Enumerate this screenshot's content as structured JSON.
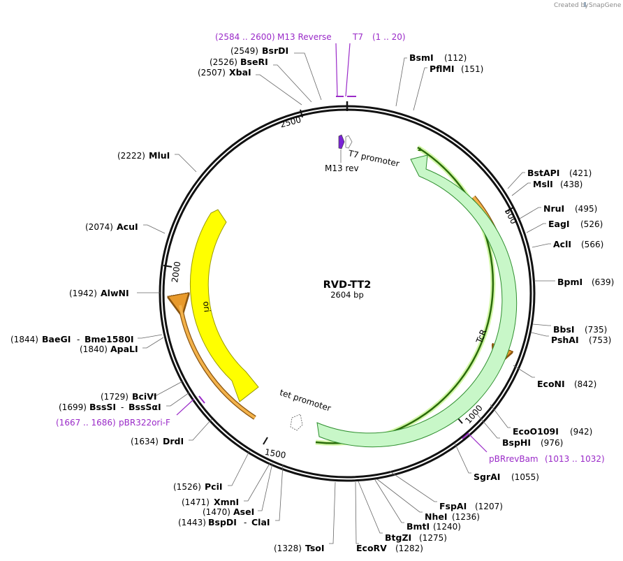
{
  "header": {
    "created_by": "Created by",
    "app_name": "SnapGene"
  },
  "plasmid": {
    "name": "RVD-TT2",
    "size": "2604 bp"
  },
  "ticks": [
    "500",
    "1000",
    "1500",
    "2000",
    "2500"
  ],
  "features": {
    "tcr": "TcR",
    "ori": "ori",
    "t7_promoter": "T7 promoter",
    "m13_rev": "M13 rev",
    "tet_promoter": "tet promoter"
  },
  "primers": {
    "m13_reverse": {
      "range": "(2584 .. 2600)",
      "name": "M13 Reverse"
    },
    "t7": {
      "name": "T7",
      "range": "(1 .. 20)"
    },
    "pbr322ori_f": {
      "range": "(1667 .. 1686)",
      "name": "pBR322ori-F"
    },
    "pbrrevbam": {
      "name": "pBRrevBam",
      "range": "(1013 .. 1032)"
    }
  },
  "sites": {
    "bsrdi": {
      "pos": "(2549)",
      "name": "BsrDI"
    },
    "bseri": {
      "pos": "(2526)",
      "name": "BseRI"
    },
    "xbai": {
      "pos": "(2507)",
      "name": "XbaI"
    },
    "mlui": {
      "pos": "(2222)",
      "name": "MluI"
    },
    "acui": {
      "pos": "(2074)",
      "name": "AcuI"
    },
    "alwni": {
      "pos": "(1942)",
      "name": "AlwNI"
    },
    "baegi": {
      "pos": "(1844)",
      "name": "BaeGI",
      "name2": "Bme1580I"
    },
    "apali": {
      "pos": "(1840)",
      "name": "ApaLI"
    },
    "bcivi": {
      "pos": "(1729)",
      "name": "BciVI"
    },
    "bsssi": {
      "pos": "(1699)",
      "name": "BssSI",
      "name2": "BssSαI"
    },
    "drdi": {
      "pos": "(1634)",
      "name": "DrdI"
    },
    "pcii": {
      "pos": "(1526)",
      "name": "PciI"
    },
    "xmni": {
      "pos": "(1471)",
      "name": "XmnI"
    },
    "asei": {
      "pos": "(1470)",
      "name": "AseI"
    },
    "bspdi": {
      "pos": "(1443)",
      "name": "BspDI",
      "name2": "ClaI"
    },
    "tsoi": {
      "pos": "(1328)",
      "name": "TsoI"
    },
    "ecorv": {
      "name": "EcoRV",
      "pos": "(1282)"
    },
    "btgzi": {
      "name": "BtgZI",
      "pos": "(1275)"
    },
    "bmti": {
      "name": "BmtI",
      "pos": "(1240)"
    },
    "nhei": {
      "name": "NheI",
      "pos": "(1236)"
    },
    "fspai": {
      "name": "FspAI",
      "pos": "(1207)"
    },
    "sgrai": {
      "name": "SgrAI",
      "pos": "(1055)"
    },
    "bsphi": {
      "name": "BspHI",
      "pos": "(976)"
    },
    "ecoo109i": {
      "name": "EcoO109I",
      "pos": "(942)"
    },
    "econi": {
      "name": "EcoNI",
      "pos": "(842)"
    },
    "pshai": {
      "name": "PshAI",
      "pos": "(753)"
    },
    "bbsi": {
      "name": "BbsI",
      "pos": "(735)"
    },
    "bpmi": {
      "name": "BpmI",
      "pos": "(639)"
    },
    "acli": {
      "name": "AclI",
      "pos": "(566)"
    },
    "eagi": {
      "name": "EagI",
      "pos": "(526)"
    },
    "nrui": {
      "name": "NruI",
      "pos": "(495)"
    },
    "msli": {
      "name": "MslI",
      "pos": "(438)"
    },
    "bstapi": {
      "name": "BstAPI",
      "pos": "(421)"
    },
    "pflmi": {
      "name": "PflMI",
      "pos": "(151)"
    },
    "bsmi": {
      "name": "BsmI",
      "pos": "(112)"
    }
  },
  "colors": {
    "backbone": "#111111",
    "tcr_fill": "#c8f7c8",
    "tcr_stroke": "#2f8f2f",
    "ori_fill": "#ffff00",
    "ori_stroke": "#9a9a00",
    "orange_arc": "#e89a2c",
    "green_arc": "#3a8a12",
    "primer": "#9a2ac8"
  }
}
